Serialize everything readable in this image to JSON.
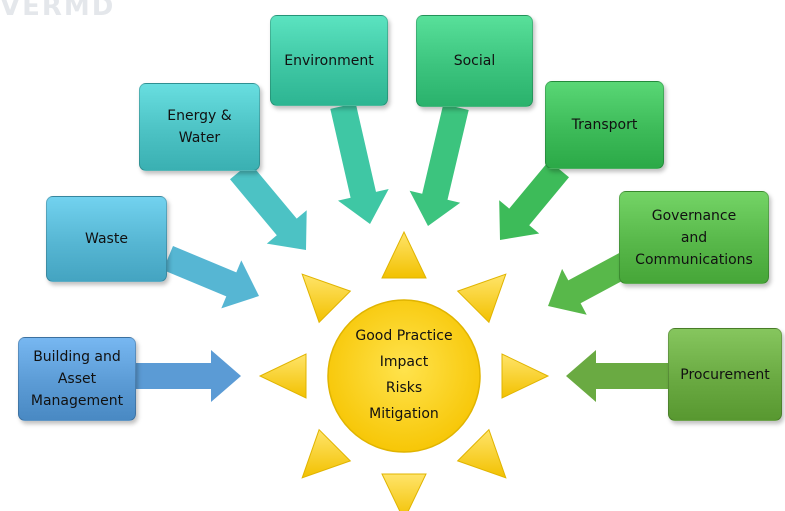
{
  "watermark": "VERMD",
  "center": {
    "lines": [
      "Good Practice",
      "Impact",
      "Risks",
      "Mitigation"
    ]
  },
  "nodes": [
    {
      "key": "building",
      "label": "Building and\nAsset\nManagement",
      "color": "#5b9bd5"
    },
    {
      "key": "waste",
      "label": "Waste",
      "color": "#56b6d3"
    },
    {
      "key": "energy",
      "label": "Energy &\nWater",
      "color": "#4cc2c4"
    },
    {
      "key": "environment",
      "label": "Environment",
      "color": "#3fc7a4"
    },
    {
      "key": "social",
      "label": "Social",
      "color": "#3cc47e"
    },
    {
      "key": "transport",
      "label": "Transport",
      "color": "#3dbb59"
    },
    {
      "key": "governance",
      "label": "Governance\nand\nCommunications",
      "color": "#58b84a"
    },
    {
      "key": "procurement",
      "label": "Procurement",
      "color": "#6aaa42"
    }
  ],
  "colors": {
    "sun_fill": "#ffd21f",
    "sun_stroke": "#e6b800",
    "ray_fill": "#ffd33d"
  }
}
